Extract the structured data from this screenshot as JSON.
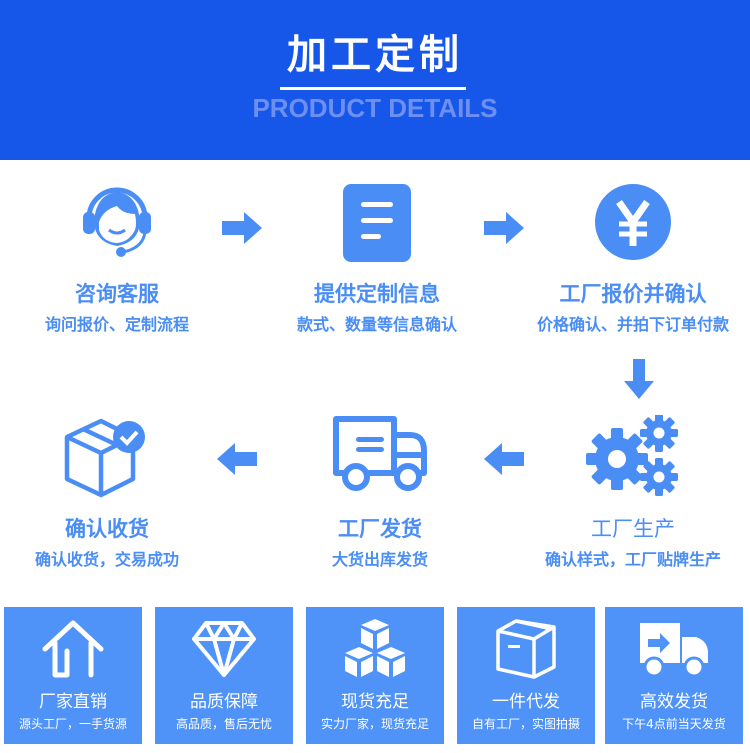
{
  "header": {
    "title": "加工定制",
    "subtitle": "PRODUCT DETAILS",
    "bg_color": "#1657ea"
  },
  "accent_color": "#4a8ef5",
  "steps": [
    {
      "icon": "customer-service-headset-icon",
      "title": "咨询客服",
      "desc": "询问报价、定制流程"
    },
    {
      "icon": "document-icon",
      "title": "提供定制信息",
      "desc": "款式、数量等信息确认"
    },
    {
      "icon": "yen-icon",
      "title": "工厂报价并确认",
      "desc": "价格确认、并拍下订单付款"
    },
    {
      "icon": "gears-icon",
      "title": "工厂生产",
      "desc": "确认样式，工厂贴牌生产"
    },
    {
      "icon": "delivery-truck-icon",
      "title": "工厂发货",
      "desc": "大货出库发货"
    },
    {
      "icon": "box-check-icon",
      "title": "确认收货",
      "desc": "确认收货，交易成功"
    }
  ],
  "features": [
    {
      "icon": "house-icon",
      "title": "厂家直销",
      "desc": "源头工厂，一手货源"
    },
    {
      "icon": "diamond-icon",
      "title": "品质保障",
      "desc": "高品质，售后无忧"
    },
    {
      "icon": "stacked-boxes-icon",
      "title": "现货充足",
      "desc": "实力厂家，现货充足"
    },
    {
      "icon": "package-icon",
      "title": "一件代发",
      "desc": "自有工厂，实图拍摄"
    },
    {
      "icon": "fast-delivery-truck-icon",
      "title": "高效发货",
      "desc": "下午4点前当天发货"
    }
  ],
  "feature_bg_color": "#4f93f8"
}
